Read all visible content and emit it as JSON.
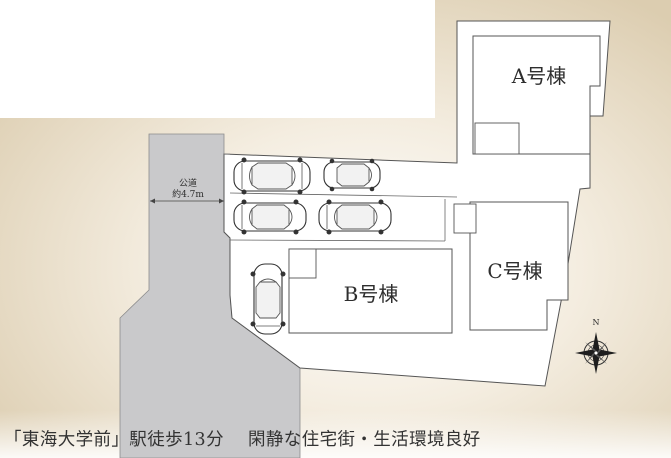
{
  "road": {
    "label": "公道",
    "width_label": "約4.7m"
  },
  "buildings": {
    "a": {
      "label": "A号棟"
    },
    "b": {
      "label": "B号棟"
    },
    "c": {
      "label": "C号棟"
    }
  },
  "compass": {
    "north_label": "N"
  },
  "caption": {
    "station": "「東海大学前」駅徒歩13分",
    "tagline": "閑静な住宅街・生活環境良好"
  },
  "colors": {
    "road_fill": "#c9c9cb",
    "lot_fill": "#ffffff",
    "outline": "#555555",
    "background_tint": "#dccdb0"
  }
}
